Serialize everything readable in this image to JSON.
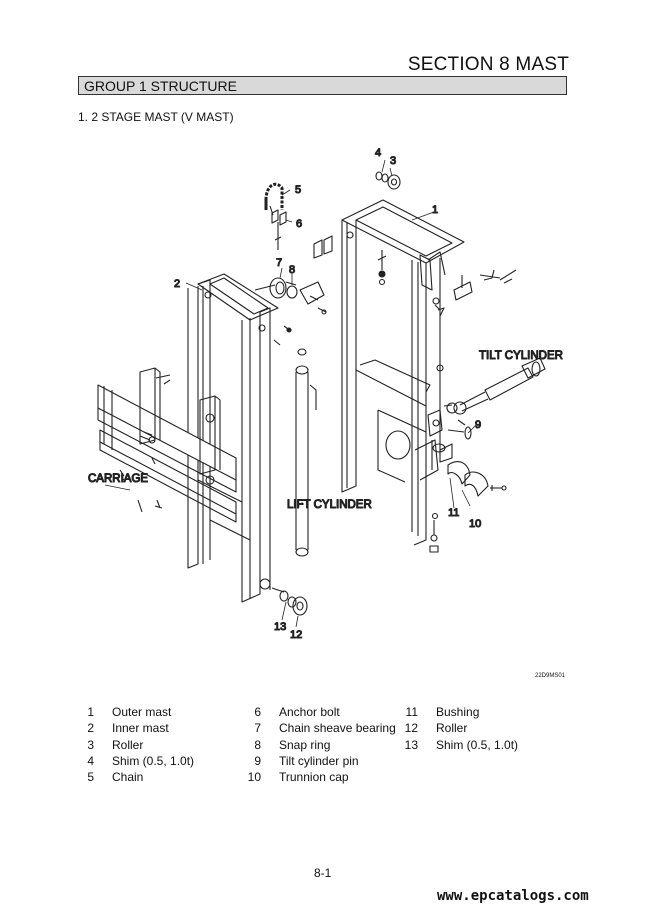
{
  "header": {
    "section": "SECTION 8 MAST",
    "group": "GROUP 1 STRUCTURE",
    "subtitle": "1. 2 STAGE MAST (V MAST)"
  },
  "diagram": {
    "callouts": {
      "c1": "1",
      "c2": "2",
      "c3": "3",
      "c4": "4",
      "c5": "5",
      "c6": "6",
      "c7": "7",
      "c8": "8",
      "c9": "9",
      "c10": "10",
      "c11": "11",
      "c12": "12",
      "c13": "13"
    },
    "labels": {
      "tilt": "TILT CYLINDER",
      "carriage": "CARRIAGE",
      "lift": "LIFT CYLINDER"
    },
    "code": "22D9MS01"
  },
  "legend": [
    [
      {
        "n": "1",
        "t": "Outer mast"
      },
      {
        "n": "2",
        "t": "Inner mast"
      },
      {
        "n": "3",
        "t": "Roller"
      },
      {
        "n": "4",
        "t": "Shim (0.5, 1.0t)"
      },
      {
        "n": "5",
        "t": "Chain"
      }
    ],
    [
      {
        "n": "6",
        "t": "Anchor bolt"
      },
      {
        "n": "7",
        "t": "Chain sheave bearing"
      },
      {
        "n": "8",
        "t": "Snap ring"
      },
      {
        "n": "9",
        "t": "Tilt cylinder pin"
      },
      {
        "n": "10",
        "t": "Trunnion cap"
      }
    ],
    [
      {
        "n": "11",
        "t": "Bushing"
      },
      {
        "n": "12",
        "t": "Roller"
      },
      {
        "n": "13",
        "t": "Shim (0.5, 1.0t)"
      }
    ]
  ],
  "footer": {
    "page": "8-1",
    "watermark": "www.epcatalogs.com"
  }
}
